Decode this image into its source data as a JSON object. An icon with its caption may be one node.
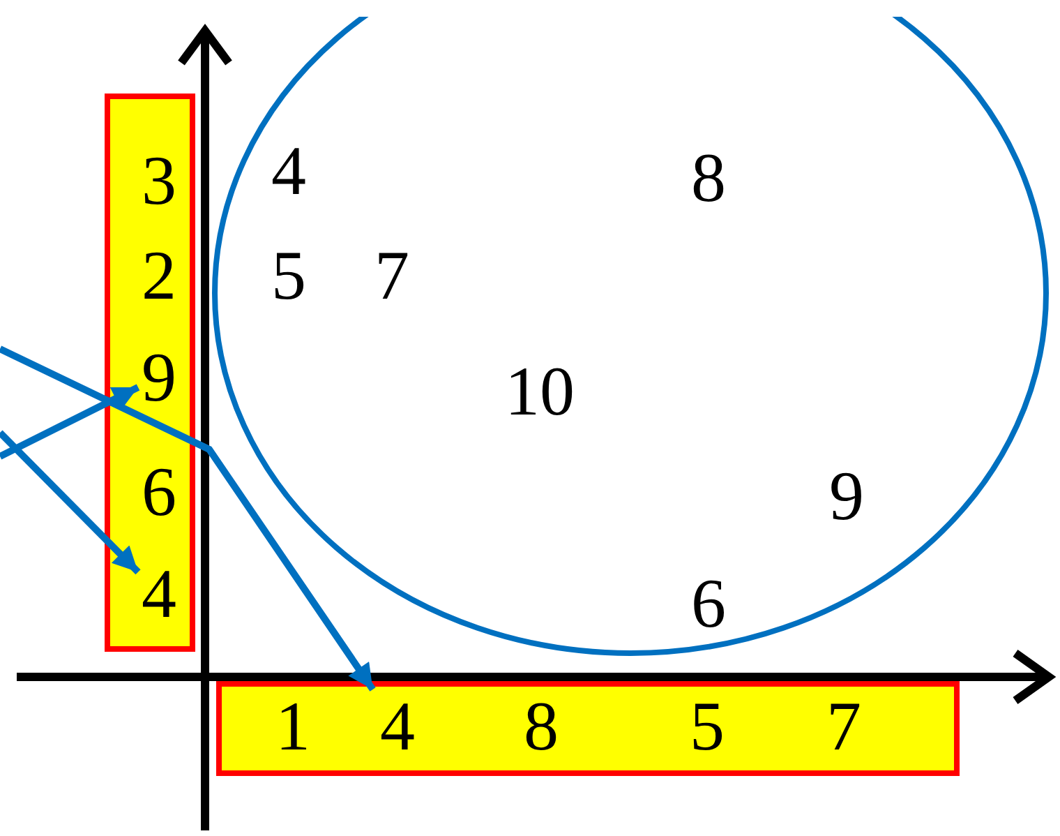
{
  "diagram": {
    "nodes": [
      {
        "text": [],
        "shape": "bar"
      },
      {
        "text": [
          "3"
        ],
        "in": 0
      },
      {
        "text": [
          "2"
        ],
        "in": 0
      },
      {
        "text": [
          "9"
        ],
        "in": 0
      },
      {
        "text": [
          "6"
        ],
        "in": 0
      },
      {
        "text": [
          "4"
        ],
        "in": 0
      },
      {
        "text": [],
        "shape": "circle"
      },
      {
        "text": [
          "4"
        ],
        "in": 6
      },
      {
        "text": [
          "8"
        ],
        "in": 6
      },
      {
        "text": [
          "5"
        ],
        "in": 6
      },
      {
        "text": [
          "7"
        ],
        "in": 6
      },
      {
        "text": [
          "10"
        ],
        "in": 6
      },
      {
        "text": [
          "9"
        ],
        "in": 6
      },
      {
        "text": [
          "6"
        ],
        "in": 6
      },
      {
        "text": [],
        "shape": "bar"
      },
      {
        "text": [
          "1"
        ],
        "in": 14
      },
      {
        "text": [
          "4"
        ],
        "in": 14
      },
      {
        "text": [
          "8"
        ],
        "in": 14
      },
      {
        "text": [
          "5"
        ],
        "in": 14
      },
      {
        "text": [
          "7"
        ],
        "in": 14
      }
    ],
    "edges": [
      {
        "from": null,
        "to": 3,
        "arrow": "to"
      },
      {
        "from": null,
        "to": 5,
        "arrow": "to"
      },
      {
        "from": null,
        "to": 16,
        "arrow": "to"
      }
    ]
  }
}
